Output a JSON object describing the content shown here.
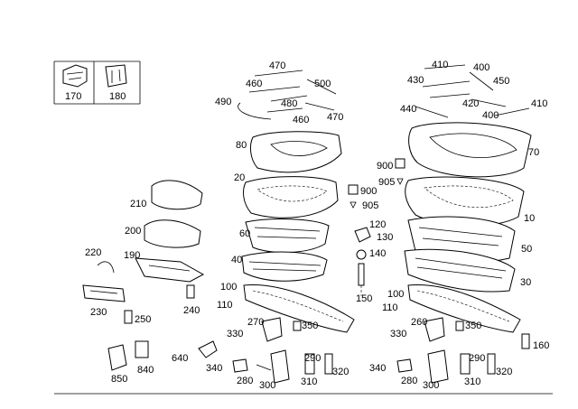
{
  "diagram": {
    "inset_labels": [
      "170",
      "180"
    ],
    "center_labels": [
      "470",
      "460",
      "500",
      "490",
      "480",
      "460",
      "470",
      "80",
      "20",
      "900",
      "905",
      "60",
      "120",
      "130",
      "140",
      "40",
      "150",
      "210",
      "200",
      "220",
      "190",
      "230",
      "240",
      "250",
      "110",
      "100",
      "270",
      "350",
      "330",
      "640",
      "340",
      "280",
      "300",
      "310",
      "290",
      "320",
      "850",
      "840"
    ],
    "right_labels": [
      "410",
      "400",
      "430",
      "450",
      "440",
      "420",
      "400",
      "410",
      "70",
      "900",
      "905",
      "10",
      "50",
      "30",
      "100",
      "110",
      "260",
      "350",
      "330",
      "160",
      "340",
      "280",
      "300",
      "310",
      "290",
      "320"
    ]
  }
}
